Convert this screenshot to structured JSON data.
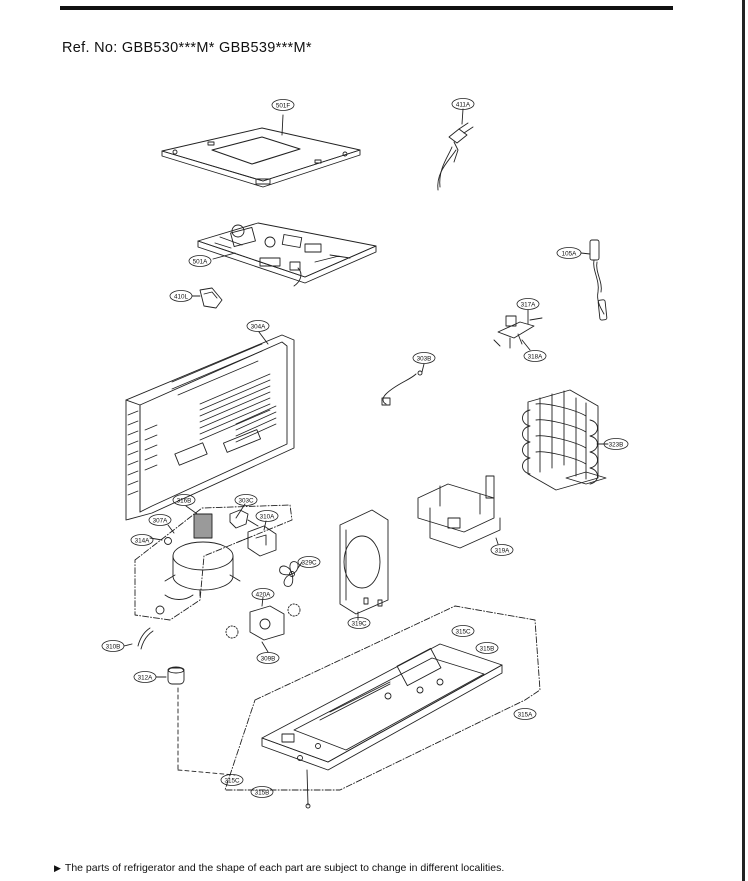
{
  "header": {
    "ref_title": "Ref. No: GBB530***M* GBB539***M*"
  },
  "callouts": {
    "c501F": "501F",
    "c411A": "411A",
    "c501A": "501A",
    "c105A": "105A",
    "c410L": "410L",
    "c317A": "317A",
    "c304A": "304A",
    "c303B": "303B",
    "c318A": "318A",
    "c323B": "323B",
    "c316B": "316B",
    "c303C": "303C",
    "c307A": "307A",
    "c310A": "310A",
    "c314A": "314A",
    "c329C": "329C",
    "c319A": "319A",
    "c420A": "420A",
    "c319C": "319C",
    "c315C_top": "315C",
    "c315B_top": "315B",
    "c310B": "310B",
    "c309B": "309B",
    "c312A": "312A",
    "c315A": "315A",
    "c315C_bottom": "315C",
    "c315B_bottom": "315B"
  },
  "footer": {
    "note": "The parts of refrigerator and the shape of each part are subject to change in different localities.",
    "bullet": "▶"
  }
}
